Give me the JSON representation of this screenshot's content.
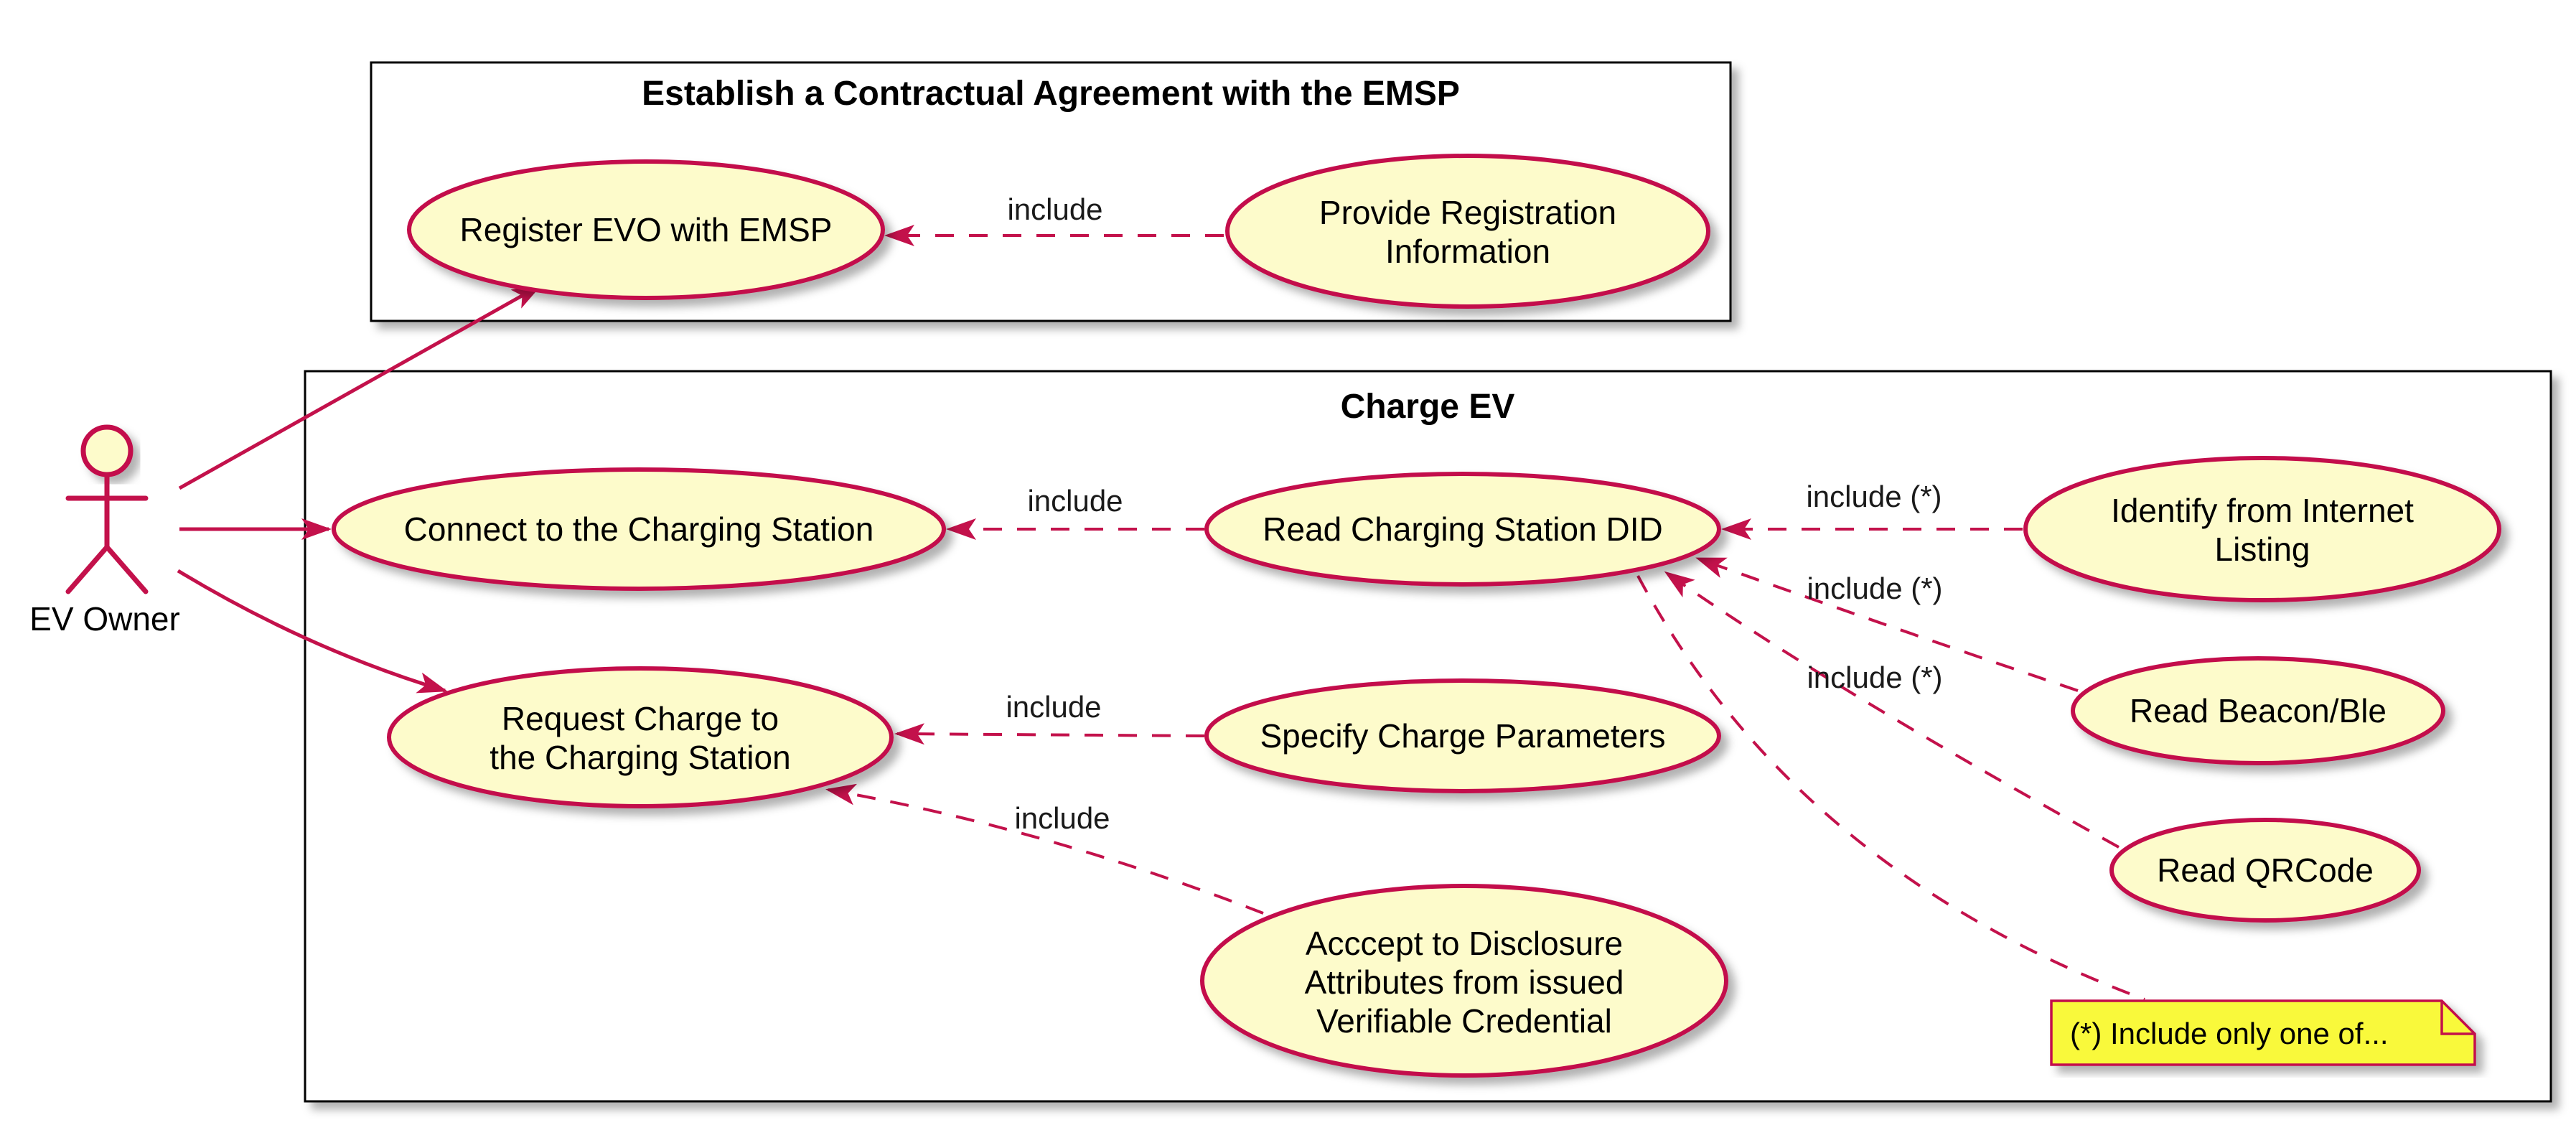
{
  "diagram": {
    "type": "uml-use-case-diagram",
    "actor": {
      "label": "EV Owner"
    },
    "packages": {
      "emsp": {
        "title": "Establish a Contractual Agreement with the EMSP"
      },
      "charge": {
        "title": "Charge EV"
      }
    },
    "usecases": {
      "register": {
        "lines": [
          "Register EVO with EMSP"
        ]
      },
      "provide": {
        "lines": [
          "Provide Registration",
          "Information"
        ]
      },
      "connect": {
        "lines": [
          "Connect to the Charging Station"
        ]
      },
      "read_did": {
        "lines": [
          "Read Charging Station DID"
        ]
      },
      "identify": {
        "lines": [
          "Identify from Internet",
          "Listing"
        ]
      },
      "beacon": {
        "lines": [
          "Read Beacon/Ble"
        ]
      },
      "qrcode": {
        "lines": [
          "Read QRCode"
        ]
      },
      "request": {
        "lines": [
          "Request Charge to",
          "the Charging Station"
        ]
      },
      "specify": {
        "lines": [
          "Specify Charge Parameters"
        ]
      },
      "accept": {
        "lines": [
          "Acccept to Disclosure",
          "Attributes from issued",
          "Verifiable Credential"
        ]
      }
    },
    "edge_labels": {
      "provide_register": "include",
      "did_connect": "include",
      "specify_request": "include",
      "accept_request": "include",
      "identify_did": "include (*)",
      "beacon_did": "include (*)",
      "qrcode_did": "include (*)"
    },
    "note": {
      "text": "(*) Include only one of..."
    },
    "colors": {
      "accent_stroke": "#c3114b",
      "usecase_fill": "#fdfbcb",
      "note_fill": "#f9f93b",
      "box_border": "#000000",
      "text": "#000000",
      "background": "#ffffff"
    }
  }
}
